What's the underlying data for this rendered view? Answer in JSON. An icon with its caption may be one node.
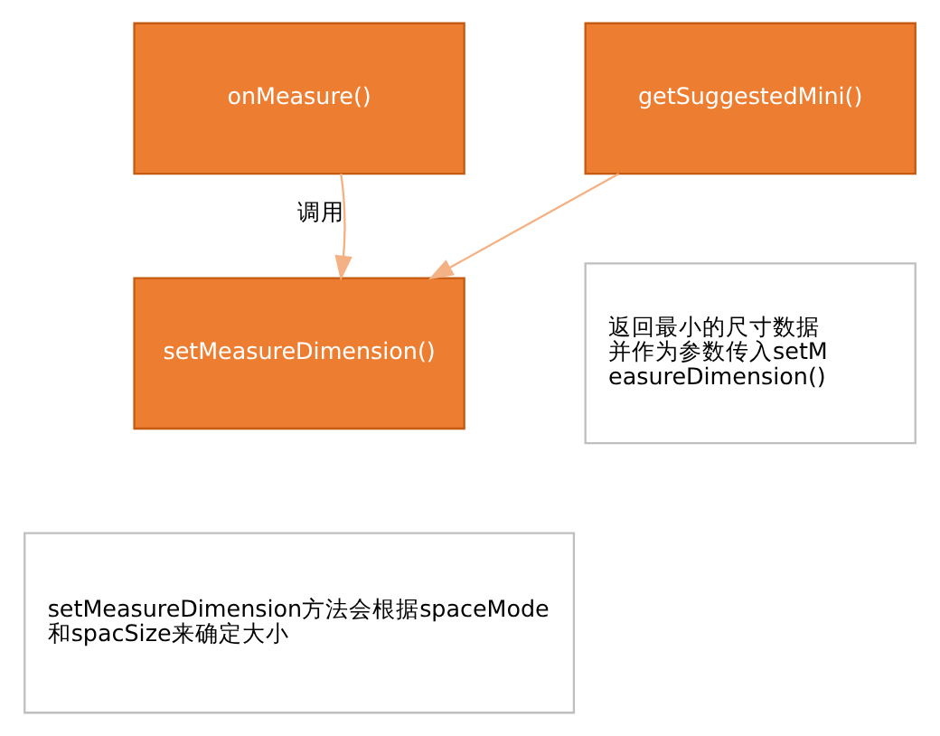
{
  "diagram": {
    "nodes": [
      {
        "text": [
          "onMeasure()"
        ]
      },
      {
        "text": [
          "getSuggestedMini()"
        ]
      },
      {
        "text": [
          "setMeasureDimension()"
        ]
      },
      {
        "text": [
          "返回最小的尺寸数据并作为参数传入setMeasureDimension()"
        ]
      },
      {
        "text": [
          "setMeasureDimension方法会根据spaceMode和spacSize来确定大小"
        ]
      }
    ],
    "edges": [
      {
        "from": 0,
        "to": 2,
        "arrow": "to",
        "label": "调用"
      },
      {
        "from": 1,
        "to": 2,
        "arrow": "to"
      }
    ]
  }
}
